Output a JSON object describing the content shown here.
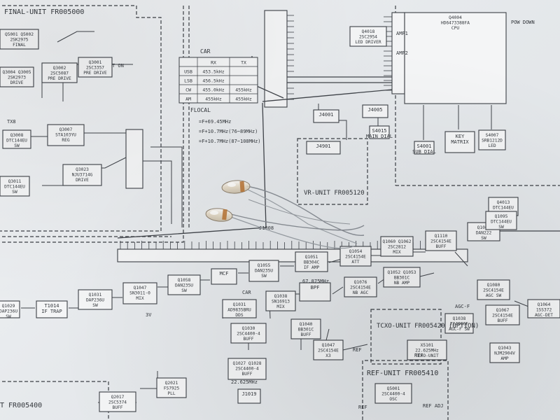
{
  "units": [
    {
      "id": "final",
      "label": "FINAL-UNIT FR005000"
    },
    {
      "id": "va",
      "label": "VR-UNIT FR005120"
    },
    {
      "id": "tcxo",
      "label": "TCXO-UNIT FR005420 (OPTION)"
    },
    {
      "id": "ref",
      "label": "REF-UNIT FR005410"
    },
    {
      "id": "bl",
      "label": "T FR005400"
    }
  ],
  "blocks": [
    {
      "id": "q5001",
      "text": "Q5001 Q5002|2SK2975|FINAL"
    },
    {
      "id": "q3001",
      "text": "Q3001|2SC3357|PRE DRIVE"
    },
    {
      "id": "q3002",
      "text": "Q3002|2SC5087|PRE DRIVE"
    },
    {
      "id": "q3005",
      "text": "Q3004 Q3005|2SK2973|DRIVE"
    },
    {
      "id": "q3008",
      "text": "Q3008|DTC144EU|SW"
    },
    {
      "id": "q3007",
      "text": "Q3007|STA103YU|REG"
    },
    {
      "id": "q3011",
      "text": "Q3011|DTC144EU|SW"
    },
    {
      "id": "q3023",
      "text": "Q3023|NJU3714G|DRIVE"
    },
    {
      "id": "q4004",
      "text": "Q4004|HD6473388FA|CPU"
    },
    {
      "id": "j4001",
      "text": "J4001"
    },
    {
      "id": "j4005",
      "text": "J4005"
    },
    {
      "id": "j4901",
      "text": "J4901"
    },
    {
      "id": "s4015",
      "text": "S4015|MAIN DIAL"
    },
    {
      "id": "s4001",
      "text": "S4001|SUB DIAL"
    },
    {
      "id": "keymatrix",
      "text": "KEY|MATRIX"
    },
    {
      "id": "s4007",
      "text": "S4007|SRB1212D|LED"
    },
    {
      "id": "q4013",
      "text": "Q4013|DTC144EU|SW"
    },
    {
      "id": "q4018",
      "text": "Q4018|2SC2954|LED DRIVER"
    },
    {
      "id": "q1004",
      "text": "Q1004|DAN222|SW"
    },
    {
      "id": "q1031",
      "text": "Q1031|DAP236U|SW"
    },
    {
      "id": "q1047",
      "text": "Q1047|SN3011-0|MIX"
    },
    {
      "id": "q1058",
      "text": "Q1058|DAN235U|SW"
    },
    {
      "id": "q1055",
      "text": "Q1055|DAN235U|SW"
    },
    {
      "id": "q1051",
      "text": "Q1051|BB304C|IF AMP"
    },
    {
      "id": "q1054",
      "text": "Q1054|2SC4154E|ATT"
    },
    {
      "id": "q1062",
      "text": "Q1060 Q1062|2SC2812|MIX"
    },
    {
      "id": "q1110",
      "text": "Q1110|2SC4154E|BUFF"
    },
    {
      "id": "q1031b",
      "text": "Q1031|AD9835BRU|DDS"
    },
    {
      "id": "q1038",
      "text": "Q1038|SN16913|MIX"
    },
    {
      "id": "q1076",
      "text": "Q1076|2SC4154E|NB AGC"
    },
    {
      "id": "q1052",
      "text": "Q1052 Q1053|BB301C|NB AMP"
    },
    {
      "id": "q1080",
      "text": "Q1080|2SC4154E|AGC SW"
    },
    {
      "id": "q1067",
      "text": "Q1067|2SC4154E|BUFF"
    },
    {
      "id": "q1064",
      "text": "Q1064|1SS372|AGC-DET"
    },
    {
      "id": "q1030",
      "text": "Q1030|2SC4400-4|BUFF"
    },
    {
      "id": "q1040",
      "text": "Q1040|BB301C|BUFF"
    },
    {
      "id": "q1047b",
      "text": "Q1047|2SC4154E|X3"
    },
    {
      "id": "x5101",
      "text": "X5101|22.625MHz|TCXO-UNIT"
    },
    {
      "id": "q1026",
      "text": "Q1027 Q1028|2SC4400-4|BUFF"
    },
    {
      "id": "j1019",
      "text": "J1019"
    },
    {
      "id": "q2017",
      "text": "Q2017|2SC5374|BUFF"
    },
    {
      "id": "q2021",
      "text": "Q2021|FS7925|PLL"
    },
    {
      "id": "q5001r",
      "text": "Q5001|2SC4400-4|OSC"
    },
    {
      "id": "q1043",
      "text": "Q1043|NJM2904V|AMP"
    },
    {
      "id": "q1038b",
      "text": "Q1038|TC4066F|AGC-F SW"
    },
    {
      "id": "t1014",
      "text": "T1014|IF TRAP"
    },
    {
      "id": "q1029",
      "text": "Q1029|DAP236U|SW"
    },
    {
      "id": "mcf",
      "text": "MCF"
    },
    {
      "id": "bpf",
      "text": "BPF"
    },
    {
      "id": "q1095",
      "text": "Q1095|DTC144EU|SW"
    }
  ],
  "labels": [
    {
      "id": "cartitle",
      "text": "CAR"
    },
    {
      "id": "floc",
      "text": "FLOCAL"
    },
    {
      "id": "floc1",
      "text": "=F+69.45MHz"
    },
    {
      "id": "floc2",
      "text": "=F+10.7MHz(76~89MHz)"
    },
    {
      "id": "floc3",
      "text": "=F+10.7MHz(87~108MHz)"
    },
    {
      "id": "j1008",
      "text": "J1008"
    },
    {
      "id": "freq1",
      "text": "67.875MHz"
    },
    {
      "id": "freq2",
      "text": "22.625MHz"
    },
    {
      "id": "ref",
      "text": "REF"
    },
    {
      "id": "ref2",
      "text": "REF"
    },
    {
      "id": "ref3",
      "text": "REF"
    },
    {
      "id": "car",
      "text": "CAR"
    },
    {
      "id": "amp1",
      "text": "AMP1"
    },
    {
      "id": "amp2",
      "text": "AMP2"
    },
    {
      "id": "tx8",
      "text": "TX8"
    },
    {
      "id": "ton",
      "text": "T ON"
    },
    {
      "id": "v3",
      "text": "3V"
    },
    {
      "id": "agcf",
      "text": "AGC-F"
    },
    {
      "id": "adjref",
      "text": "REF ADJ"
    },
    {
      "id": "powdown",
      "text": "POW DOWN"
    }
  ],
  "car_table": {
    "headers": [
      "",
      "RX",
      "TX"
    ],
    "rows": [
      [
        "USB",
        "453.5kHz",
        ""
      ],
      [
        "LSB",
        "456.5kHz",
        ""
      ],
      [
        "CW",
        "455.0kHz",
        "455kHz"
      ],
      [
        "AM",
        "455kHz",
        "455kHz"
      ]
    ]
  },
  "colors": {
    "paper": "#eceef0",
    "ink": "#3c4046",
    "component_body": "#e8dcc8",
    "component_band": "#b87333"
  }
}
